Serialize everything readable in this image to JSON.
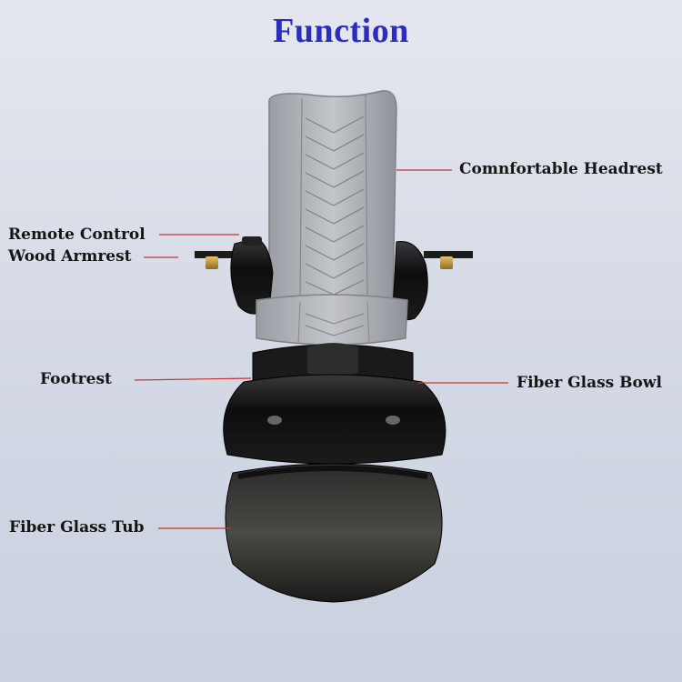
{
  "title": "Function",
  "labels": {
    "headrest": "Comnfortable Headrest",
    "remote": "Remote Control",
    "armrest": "Wood Armrest",
    "footrest": "Footrest",
    "bowl": "Fiber Glass Bowl",
    "tub": "Fiber Glass Tub"
  },
  "colors": {
    "title": "#2c2cbf",
    "leader_line": "#cc3333",
    "background": "#d6dbe6"
  }
}
